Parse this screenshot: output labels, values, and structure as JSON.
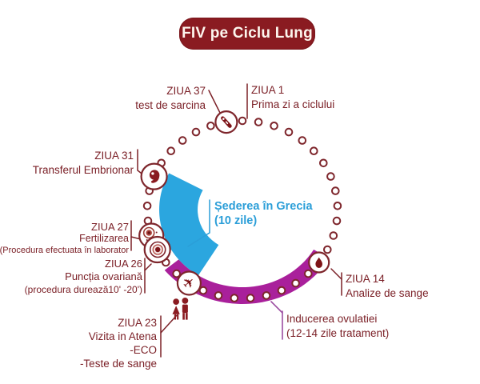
{
  "title": "FIV pe Ciclu Lung",
  "cycle": {
    "total_days": 37,
    "icon_days": [
      14,
      23,
      26,
      27,
      31,
      37
    ],
    "icon_names": {
      "day37": "pregnancy-test-icon",
      "day31": "embryo-icon",
      "day27": "fertilized-egg-icon",
      "day26": "ovarian-puncture-icon",
      "day23": "airplane-icon",
      "day14": "blood-drop-icon",
      "extra": "couple-icon"
    }
  },
  "labels": {
    "day1": {
      "day": "ZIUA 1",
      "line1": "Prima zi a ciclului"
    },
    "day14": {
      "day": "ZIUA 14",
      "line1": "Analize de sange"
    },
    "day23": {
      "day": "ZIUA 23",
      "line1": "Vizita in Atena",
      "line2": "-ECO",
      "line3": "-Teste de sange"
    },
    "day26": {
      "day": "ZIUA 26",
      "line1": "Puncția ovariană",
      "line2": "(procedura durează10' -20')"
    },
    "day27": {
      "day": "ZIUA 27",
      "line1": "Fertilizarea",
      "line2": "(Procedura efectuata în laborator"
    },
    "day31": {
      "day": "ZIUA 31",
      "line1": "Transferul Embrionar"
    },
    "day37": {
      "day": "ZIUA 37",
      "line1": "test de sarcina"
    }
  },
  "stay_label": {
    "line1": "Șederea în Grecia",
    "line2": "(10 zile)"
  },
  "induction_label": {
    "line1": "Inducerea ovulatiei",
    "line2": "(12-14 zile tratament)"
  },
  "colors": {
    "maroon_dark": "#8a1b21",
    "maroon_text": "#7b2027",
    "dot_outline": "#7e262c",
    "blue_arc": "#2ba6df",
    "blue_text": "#2b9ed8",
    "magenta_arc": "#a9209b",
    "purple_leader": "#9c4da1",
    "background": "#ffffff"
  }
}
